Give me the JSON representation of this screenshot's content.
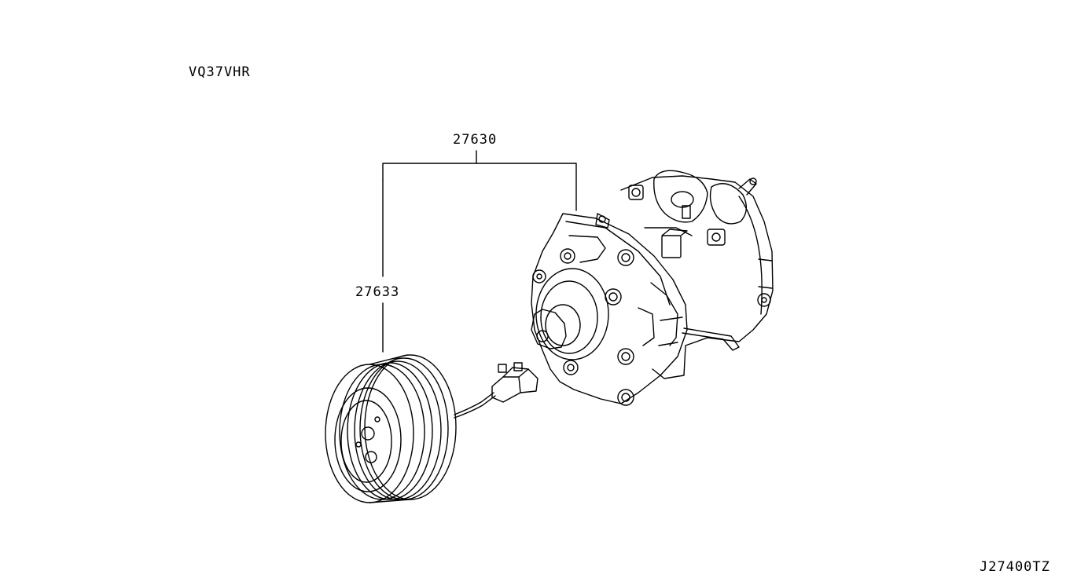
{
  "engine_code": "VQ37VHR",
  "diagram_code": "J27400TZ",
  "callouts": [
    {
      "part_number": "27630"
    },
    {
      "part_number": "27633"
    }
  ],
  "colors": {
    "line": "#000000",
    "background": "#ffffff"
  }
}
